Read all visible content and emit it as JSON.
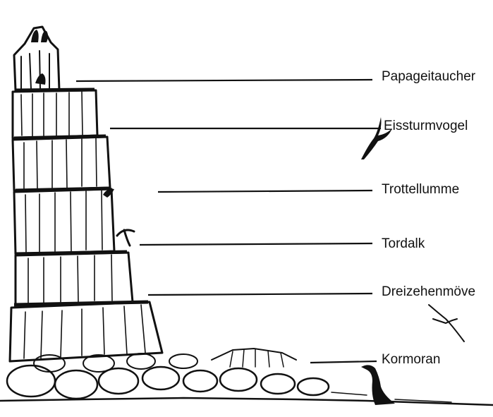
{
  "diagram": {
    "labels": [
      {
        "id": "papageitaucher",
        "text": "Papageitaucher"
      },
      {
        "id": "eissturmvogel",
        "text": "Eissturmvogel"
      },
      {
        "id": "trottellumme",
        "text": "Trottellumme"
      },
      {
        "id": "tordalk",
        "text": "Tordalk"
      },
      {
        "id": "dreizehenmoewe",
        "text": "Dreizehenmöve"
      },
      {
        "id": "kormoran",
        "text": "Kormoran"
      }
    ]
  },
  "colors": {
    "ink": "#111111",
    "background": "#ffffff"
  }
}
